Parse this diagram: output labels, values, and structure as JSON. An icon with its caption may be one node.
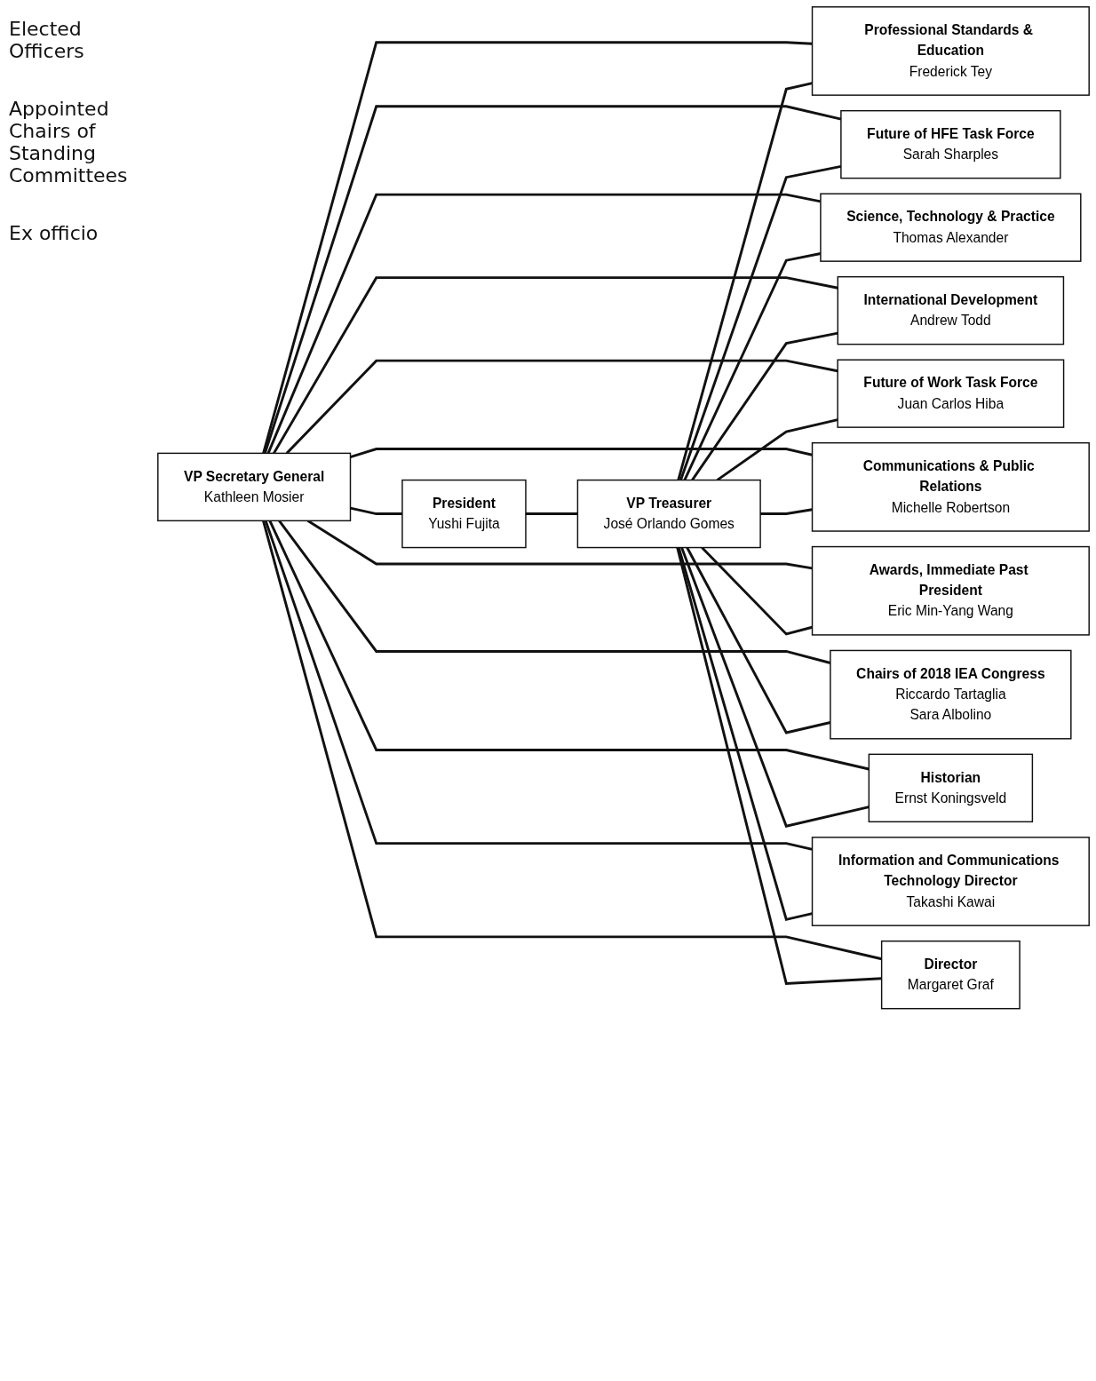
{
  "diagram": {
    "nodes": [
      {
        "text": [
          "VP Secretary General",
          "Kathleen Mosier"
        ]
      },
      {
        "text": [
          "President",
          "Yushi Fujita"
        ]
      },
      {
        "text": [
          "VP Treasurer",
          "José Orlando Gomes"
        ]
      },
      {
        "text": [
          "Professional Standards & Education",
          "Frederick Tey"
        ]
      },
      {
        "text": [
          "Future of HFE Task Force",
          "Sarah Sharples"
        ]
      },
      {
        "text": [
          "Science, Technology & Practice",
          "Thomas Alexander"
        ]
      },
      {
        "text": [
          "International Development",
          "Andrew Todd"
        ]
      },
      {
        "text": [
          "Future of Work Task Force",
          "Juan Carlos Hiba"
        ]
      },
      {
        "text": [
          "Communications & Public Relations",
          "Michelle Robertson"
        ]
      },
      {
        "text": [
          "Awards, Immediate Past President",
          "Eric Min-Yang Wang"
        ]
      },
      {
        "text": [
          "Chairs of 2018 IEA Congress",
          "Riccardo Tartaglia",
          "Sara Albolino"
        ]
      },
      {
        "text": [
          "Historian",
          "Ernst Koningsveld"
        ]
      },
      {
        "text": [
          "Information and Communications Technology Director",
          "Takashi Kawai"
        ]
      },
      {
        "text": [
          "Director",
          "Margaret Graf"
        ]
      }
    ],
    "edges": [
      {
        "from": 0,
        "to": 1,
        "arrow": "none"
      },
      {
        "from": 1,
        "to": 2,
        "arrow": "none"
      },
      {
        "from": 0,
        "to": 3,
        "arrow": "none"
      },
      {
        "from": 0,
        "to": 4,
        "arrow": "none"
      },
      {
        "from": 0,
        "to": 5,
        "arrow": "none"
      },
      {
        "from": 0,
        "to": 6,
        "arrow": "none"
      },
      {
        "from": 0,
        "to": 7,
        "arrow": "none"
      },
      {
        "from": 0,
        "to": 8,
        "arrow": "none"
      },
      {
        "from": 0,
        "to": 9,
        "arrow": "none"
      },
      {
        "from": 0,
        "to": 10,
        "arrow": "none"
      },
      {
        "from": 0,
        "to": 11,
        "arrow": "none"
      },
      {
        "from": 0,
        "to": 12,
        "arrow": "none"
      },
      {
        "from": 0,
        "to": 13,
        "arrow": "none"
      },
      {
        "from": 2,
        "to": 3,
        "arrow": "none"
      },
      {
        "from": 2,
        "to": 4,
        "arrow": "none"
      },
      {
        "from": 2,
        "to": 5,
        "arrow": "none"
      },
      {
        "from": 2,
        "to": 6,
        "arrow": "none"
      },
      {
        "from": 2,
        "to": 7,
        "arrow": "none"
      },
      {
        "from": 2,
        "to": 8,
        "arrow": "none"
      },
      {
        "from": 2,
        "to": 9,
        "arrow": "none"
      },
      {
        "from": 2,
        "to": 10,
        "arrow": "none"
      },
      {
        "from": 2,
        "to": 11,
        "arrow": "none"
      },
      {
        "from": 2,
        "to": 12,
        "arrow": "none"
      },
      {
        "from": 2,
        "to": 13,
        "arrow": "none"
      }
    ],
    "labels": [
      "Elected Officers",
      "Appointed Chairs of Standing Committees",
      "Ex officio"
    ]
  }
}
